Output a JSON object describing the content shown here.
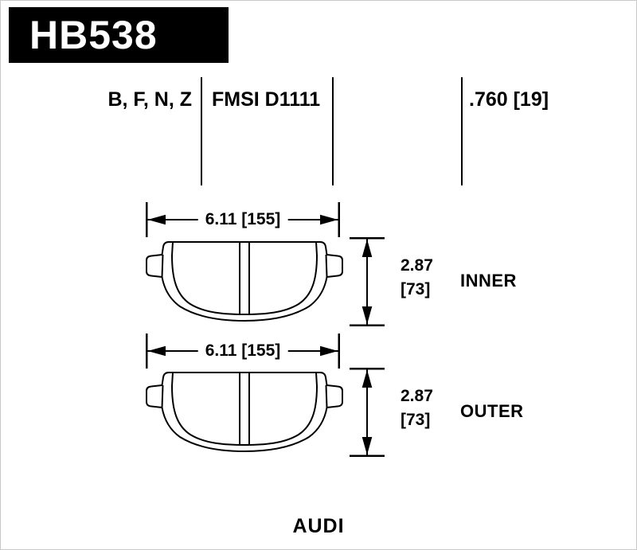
{
  "colors": {
    "ink": "#000000",
    "paper": "#ffffff",
    "header_bg": "#000000",
    "header_fg": "#ffffff"
  },
  "header": {
    "part_number": "HB538"
  },
  "spec_row": {
    "compound_codes": "B, F, N, Z",
    "fmsi": "FMSI D1111",
    "pad_thickness": ".760 [19]"
  },
  "pads": [
    {
      "position": "INNER",
      "width": "6.11 [155]",
      "height_value": "2.87",
      "height_bracket": "[73]"
    },
    {
      "position": "OUTER",
      "width": "6.11 [155]",
      "height_value": "2.87",
      "height_bracket": "[73]"
    }
  ],
  "footer": {
    "vehicle_make": "AUDI"
  }
}
